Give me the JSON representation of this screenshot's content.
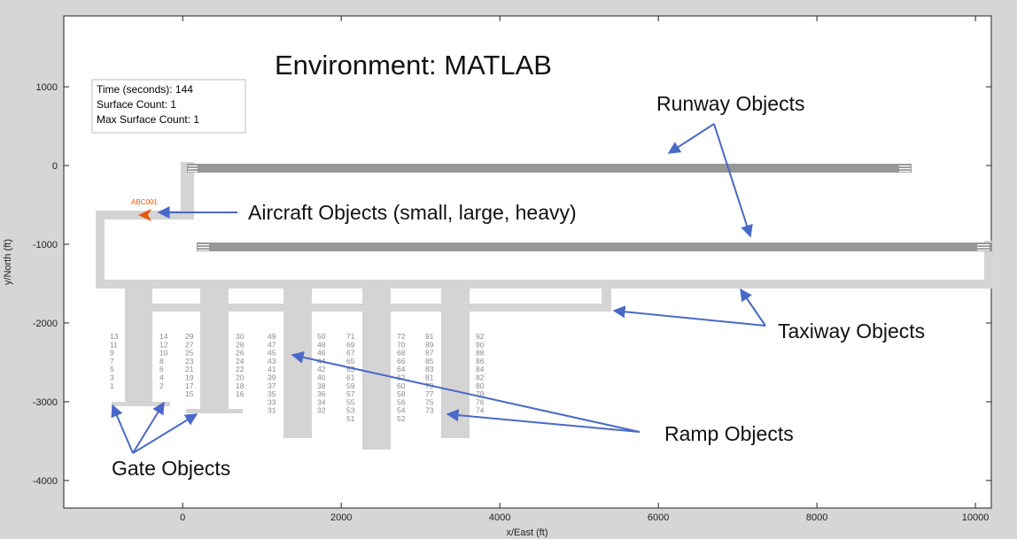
{
  "title": "Environment: MATLAB",
  "info_box": {
    "time_line": "Time (seconds): 144",
    "surface_line": "Surface Count: 1",
    "max_surface_line": "Max Surface Count: 1"
  },
  "aircraft": {
    "callsign": "ABC001",
    "x": -600,
    "y": -580
  },
  "annotations": {
    "runway": "Runway Objects",
    "aircraft": "Aircraft Objects (small, large, heavy)",
    "taxiway": "Taxiway Objects",
    "ramp": "Ramp Objects",
    "gate": "Gate Objects"
  },
  "axes": {
    "xlabel": "x/East (ft)",
    "ylabel": "y/North (ft)",
    "xlim": [
      -1500,
      10200
    ],
    "ylim": [
      -4350,
      1900
    ],
    "xticks": [
      0,
      2000,
      4000,
      6000,
      8000,
      10000
    ],
    "yticks": [
      1000,
      0,
      -1000,
      -2000,
      -3000,
      -4000
    ]
  },
  "colors": {
    "runway": "#979797",
    "taxiway": "#d4d4d4",
    "gate_label": "#8a8a8a",
    "arrow": "#4a68c8",
    "aircraft": "#e8590c"
  },
  "gate_columns": [
    {
      "labels": [
        "13",
        "11",
        "9",
        "7",
        "5",
        "3",
        "1"
      ]
    },
    {
      "labels": [
        "14",
        "12",
        "10",
        "8",
        "6",
        "4",
        "2"
      ]
    },
    {
      "labels": [
        "29",
        "27",
        "25",
        "23",
        "21",
        "19",
        "17",
        "15"
      ]
    },
    {
      "labels": [
        "30",
        "28",
        "26",
        "24",
        "22",
        "20",
        "18",
        "16"
      ]
    },
    {
      "labels": [
        "49",
        "47",
        "45",
        "43",
        "41",
        "39",
        "37",
        "35",
        "33",
        "31"
      ]
    },
    {
      "labels": [
        "50",
        "48",
        "46",
        "44",
        "42",
        "40",
        "38",
        "36",
        "34",
        "32"
      ]
    },
    {
      "labels": [
        "71",
        "69",
        "67",
        "65",
        "63",
        "61",
        "59",
        "57",
        "55",
        "53",
        "51"
      ]
    },
    {
      "labels": [
        "72",
        "70",
        "68",
        "66",
        "64",
        "62",
        "60",
        "58",
        "56",
        "54",
        "52"
      ]
    },
    {
      "labels": [
        "91",
        "89",
        "87",
        "85",
        "83",
        "81",
        "79",
        "77",
        "75",
        "73"
      ]
    },
    {
      "labels": [
        "92",
        "90",
        "88",
        "86",
        "84",
        "82",
        "80",
        "78",
        "76",
        "74"
      ]
    }
  ]
}
